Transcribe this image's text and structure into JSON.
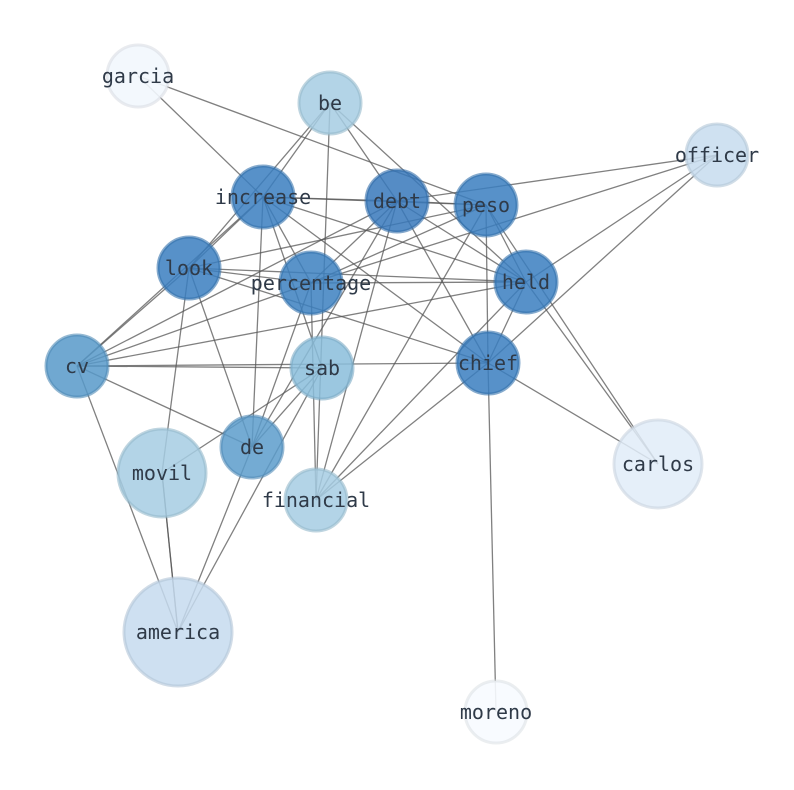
{
  "nodes": [
    {
      "id": "garcia",
      "label": "garcia",
      "color": "#f2f7fd",
      "opacity": 0.9
    },
    {
      "id": "be",
      "label": "be",
      "color": "#a6cde3",
      "opacity": 0.85
    },
    {
      "id": "officer",
      "label": "officer",
      "color": "#c7dcef",
      "opacity": 0.85
    },
    {
      "id": "increase",
      "label": "increase",
      "color": "#3a7ebf",
      "opacity": 0.85
    },
    {
      "id": "debt",
      "label": "debt",
      "color": "#3778bb",
      "opacity": 0.85
    },
    {
      "id": "peso",
      "label": "peso",
      "color": "#3a7ebf",
      "opacity": 0.85
    },
    {
      "id": "look",
      "label": "look",
      "color": "#3a7ebf",
      "opacity": 0.85
    },
    {
      "id": "percentage",
      "label": "percentage",
      "color": "#3c80c0",
      "opacity": 0.85
    },
    {
      "id": "held",
      "label": "held",
      "color": "#3a7ebf",
      "opacity": 0.85
    },
    {
      "id": "cv",
      "label": "cv",
      "color": "#5799c9",
      "opacity": 0.85
    },
    {
      "id": "sab",
      "label": "sab",
      "color": "#89bddb",
      "opacity": 0.85
    },
    {
      "id": "chief",
      "label": "chief",
      "color": "#3a7ebf",
      "opacity": 0.85
    },
    {
      "id": "de",
      "label": "de",
      "color": "#5c9ccb",
      "opacity": 0.85
    },
    {
      "id": "movil",
      "label": "movil",
      "color": "#a6cde3",
      "opacity": 0.85
    },
    {
      "id": "financial",
      "label": "financial",
      "color": "#a6cde3",
      "opacity": 0.85
    },
    {
      "id": "carlos",
      "label": "carlos",
      "color": "#e0ecf8",
      "opacity": 0.85
    },
    {
      "id": "america",
      "label": "america",
      "color": "#c6dbef",
      "opacity": 0.85
    },
    {
      "id": "moreno",
      "label": "moreno",
      "color": "#f7fbff",
      "opacity": 0.9
    }
  ],
  "edges": [
    [
      "garcia",
      "increase"
    ],
    [
      "garcia",
      "peso"
    ],
    [
      "be",
      "increase"
    ],
    [
      "be",
      "debt"
    ],
    [
      "be",
      "look"
    ],
    [
      "be",
      "financial"
    ],
    [
      "be",
      "held"
    ],
    [
      "officer",
      "debt"
    ],
    [
      "officer",
      "held"
    ],
    [
      "officer",
      "chief"
    ],
    [
      "officer",
      "percentage"
    ],
    [
      "increase",
      "debt"
    ],
    [
      "increase",
      "peso"
    ],
    [
      "increase",
      "cv"
    ],
    [
      "increase",
      "look"
    ],
    [
      "increase",
      "percentage"
    ],
    [
      "increase",
      "sab"
    ],
    [
      "increase",
      "held"
    ],
    [
      "increase",
      "chief"
    ],
    [
      "increase",
      "de"
    ],
    [
      "debt",
      "peso"
    ],
    [
      "debt",
      "cv"
    ],
    [
      "debt",
      "percentage"
    ],
    [
      "debt",
      "held"
    ],
    [
      "debt",
      "chief"
    ],
    [
      "debt",
      "de"
    ],
    [
      "debt",
      "financial"
    ],
    [
      "peso",
      "look"
    ],
    [
      "peso",
      "percentage"
    ],
    [
      "peso",
      "held"
    ],
    [
      "peso",
      "chief"
    ],
    [
      "peso",
      "carlos"
    ],
    [
      "peso",
      "financial"
    ],
    [
      "look",
      "cv"
    ],
    [
      "look",
      "percentage"
    ],
    [
      "look",
      "held"
    ],
    [
      "look",
      "de"
    ],
    [
      "look",
      "movil"
    ],
    [
      "look",
      "chief"
    ],
    [
      "percentage",
      "cv"
    ],
    [
      "percentage",
      "held"
    ],
    [
      "percentage",
      "de"
    ],
    [
      "percentage",
      "financial"
    ],
    [
      "held",
      "cv"
    ],
    [
      "held",
      "chief"
    ],
    [
      "held",
      "carlos"
    ],
    [
      "held",
      "financial"
    ],
    [
      "cv",
      "sab"
    ],
    [
      "cv",
      "de"
    ],
    [
      "cv",
      "america"
    ],
    [
      "sab",
      "de"
    ],
    [
      "sab",
      "movil"
    ],
    [
      "sab",
      "america"
    ],
    [
      "chief",
      "financial"
    ],
    [
      "chief",
      "carlos"
    ],
    [
      "chief",
      "moreno"
    ],
    [
      "chief",
      "cv"
    ],
    [
      "movil",
      "america"
    ],
    [
      "movil",
      "america"
    ],
    [
      "de",
      "america"
    ]
  ]
}
